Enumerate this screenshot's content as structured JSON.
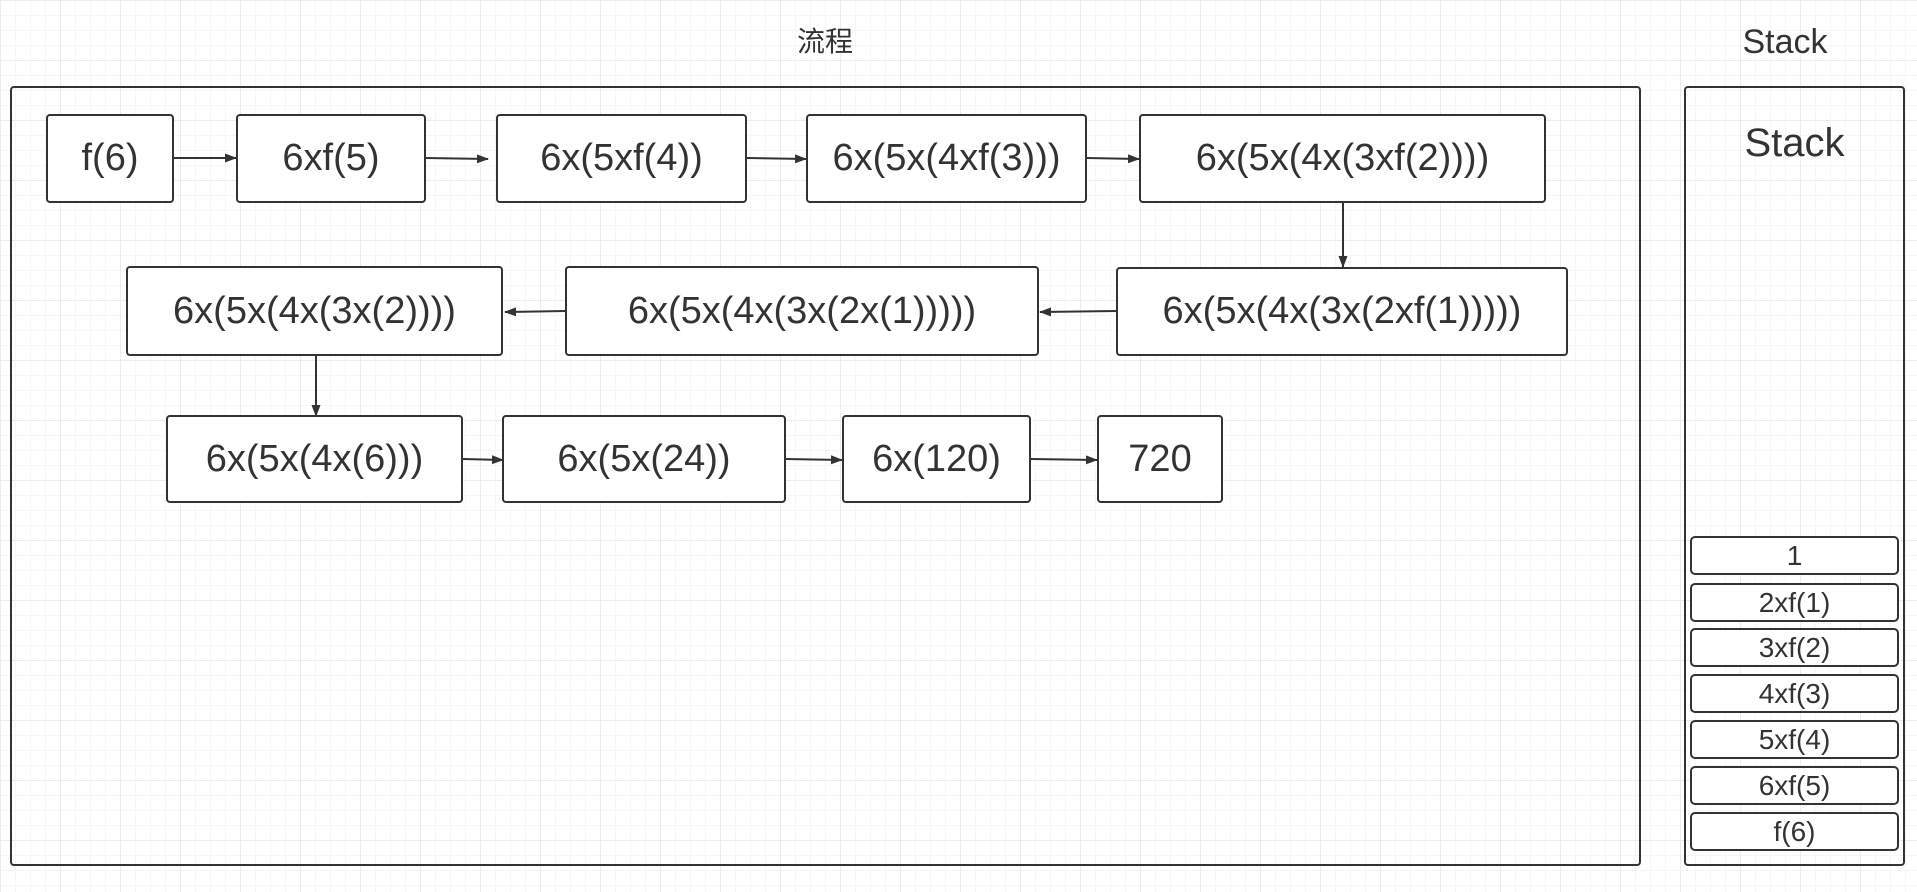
{
  "titles": {
    "flow": "流程",
    "stack": "Stack"
  },
  "stack_panel": {
    "heading": "Stack",
    "items": [
      "1",
      "2xf(1)",
      "3xf(2)",
      "4xf(3)",
      "5xf(4)",
      "6xf(5)",
      "f(6)"
    ]
  },
  "flow": {
    "row1": [
      "f(6)",
      "6xf(5)",
      "6x(5xf(4))",
      "6x(5x(4xf(3)))",
      "6x(5x(4x(3xf(2))))"
    ],
    "row2": [
      "6x(5x(4x(3x(2))))",
      "6x(5x(4x(3x(2x(1)))))",
      "6x(5x(4x(3x(2xf(1)))))"
    ],
    "row3": [
      "6x(5x(4x(6)))",
      "6x(5x(24))",
      "6x(120)",
      "720"
    ]
  },
  "colors": {
    "stroke": "#333333",
    "text": "#333333",
    "grid": "#ececec",
    "background": "#ffffff"
  }
}
